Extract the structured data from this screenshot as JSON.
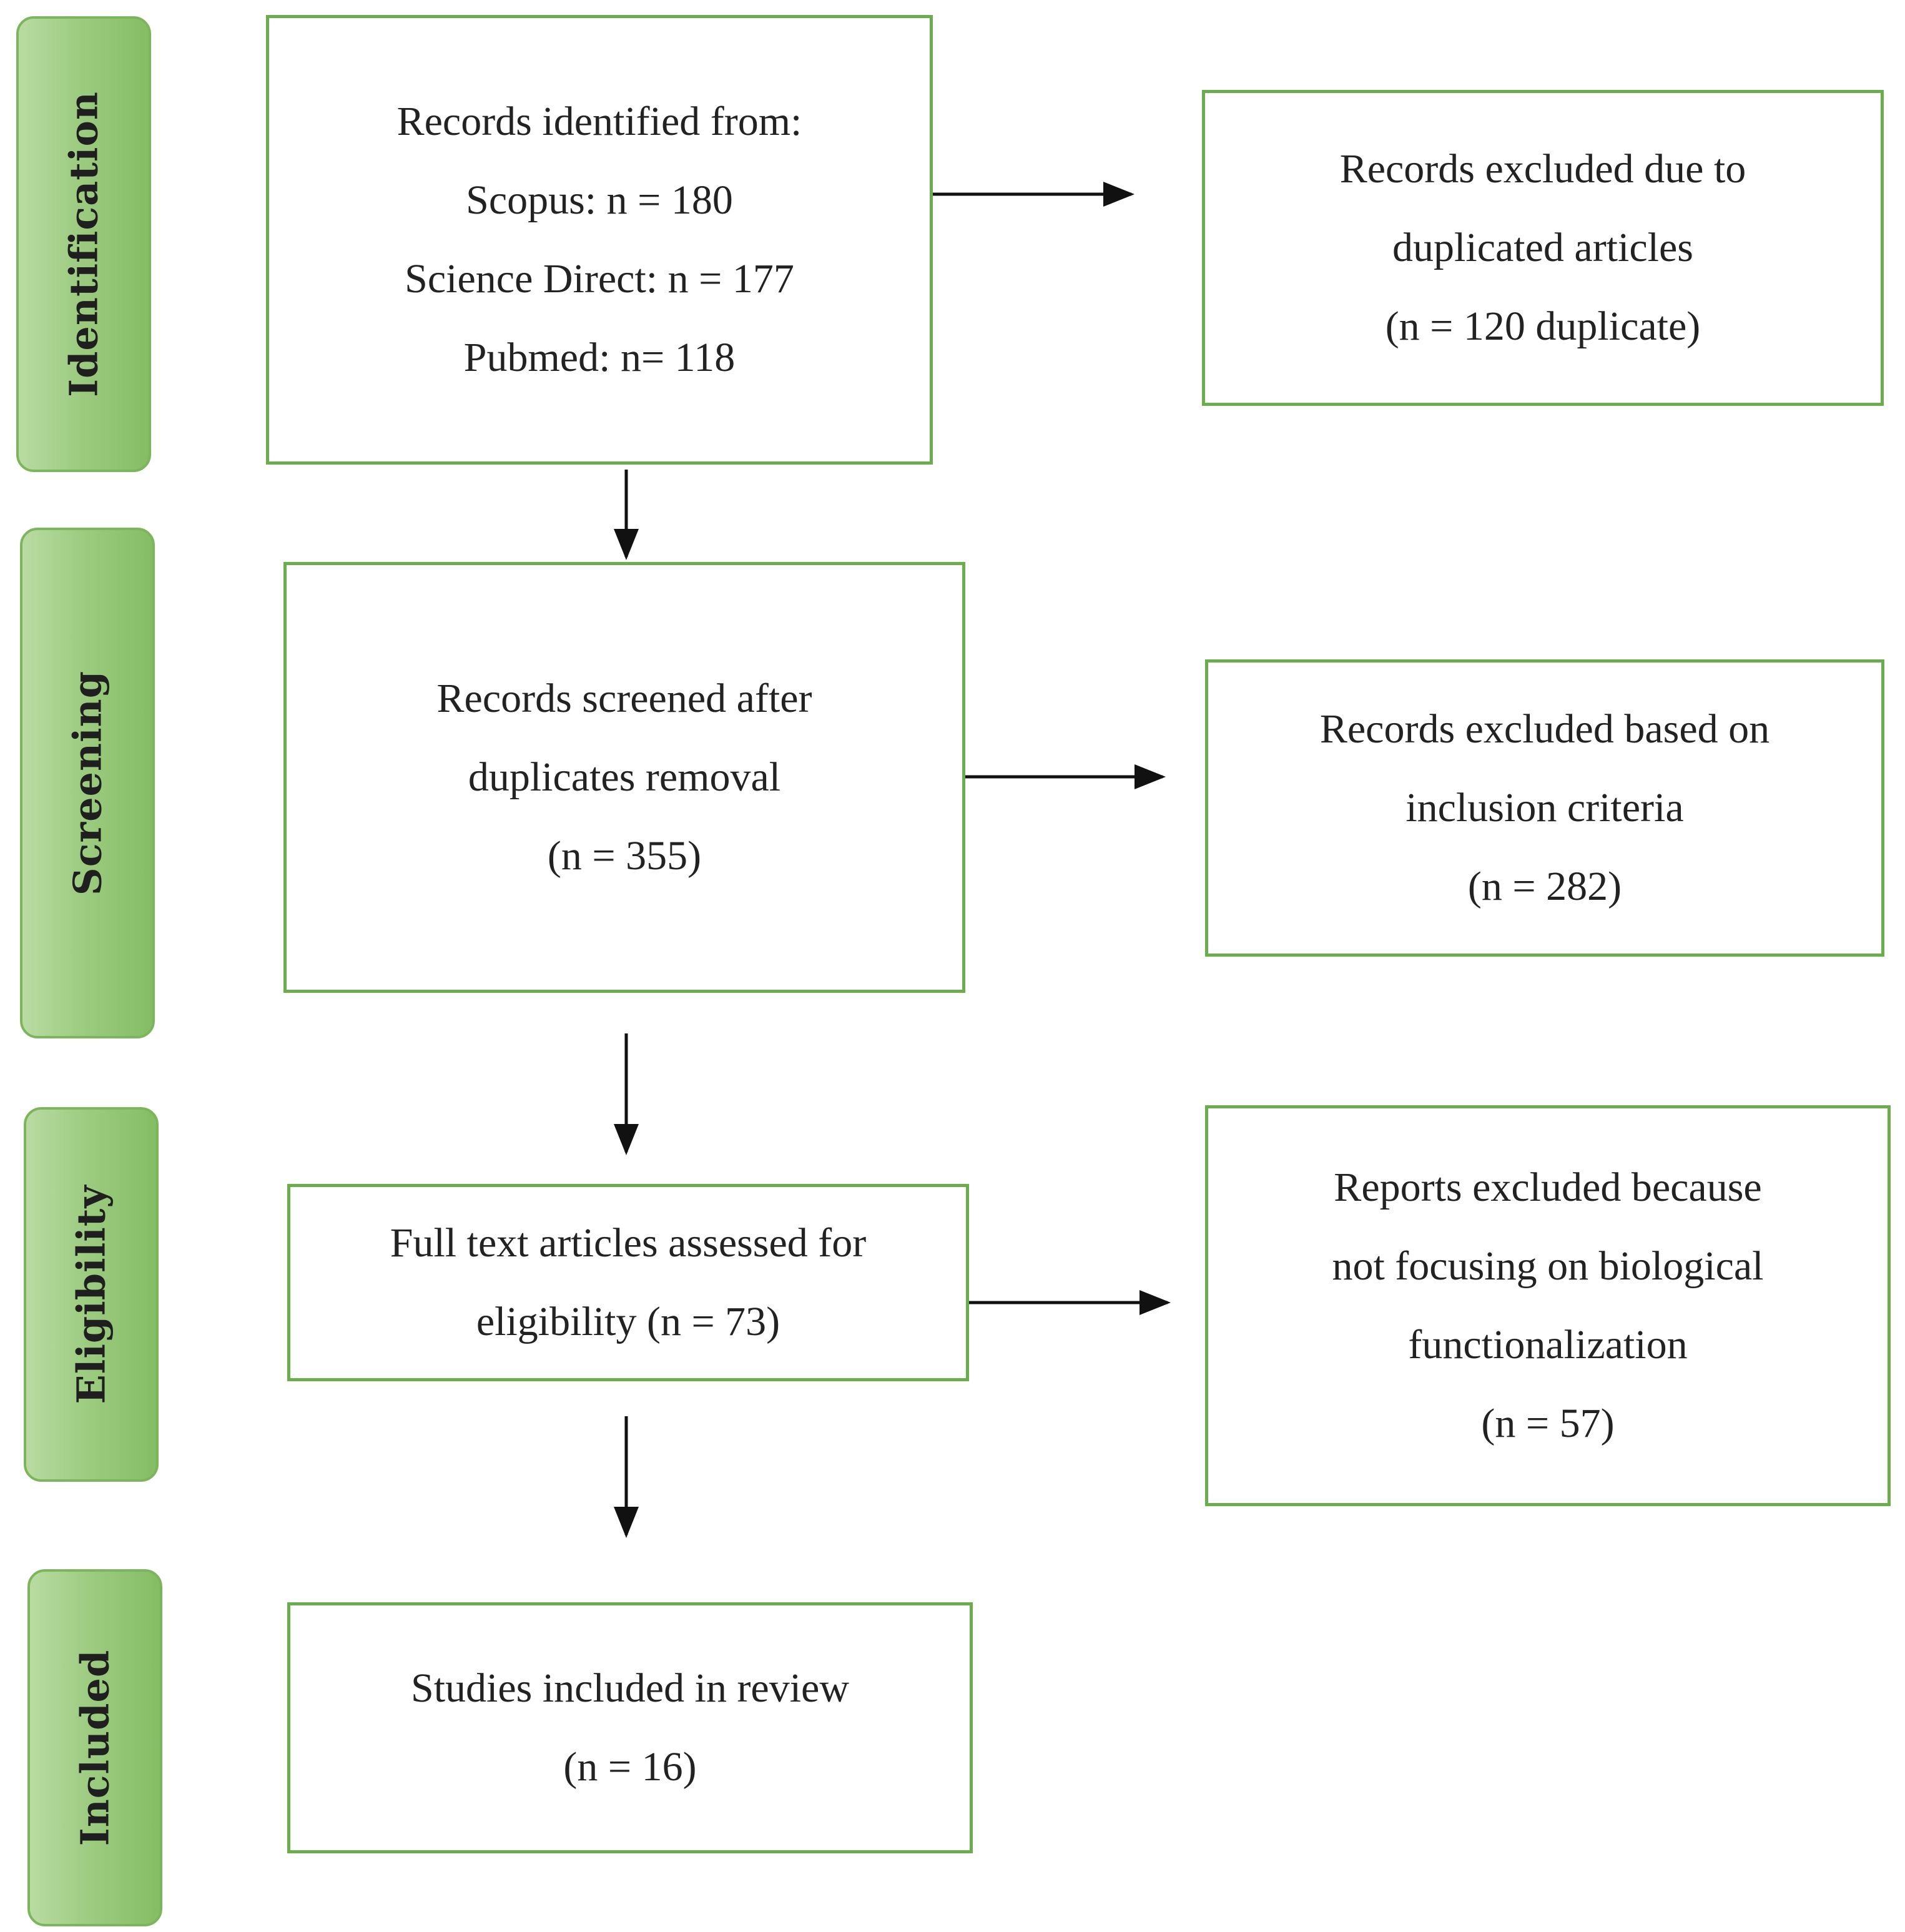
{
  "stages": [
    {
      "id": "identification",
      "label": "Identification"
    },
    {
      "id": "screening",
      "label": "Screening"
    },
    {
      "id": "eligibility",
      "label": "Eligibility"
    },
    {
      "id": "included",
      "label": "Included"
    }
  ],
  "boxes": {
    "identified": {
      "lines": [
        "Records identified from:",
        "Scopus: n = 180",
        "Science Direct: n = 177",
        "Pubmed: n= 118"
      ]
    },
    "duplicates_excluded": {
      "lines": [
        "Records excluded due to",
        "duplicated articles",
        "(n = 120 duplicate)"
      ]
    },
    "screened": {
      "lines": [
        "Records screened after",
        "duplicates removal",
        "(n = 355)"
      ]
    },
    "criteria_excluded": {
      "lines": [
        "Records excluded based on",
        "inclusion criteria",
        "(n = 282)"
      ]
    },
    "full_text": {
      "lines": [
        "Full text articles assessed for",
        "eligibility  (n = 73)"
      ]
    },
    "reports_excluded": {
      "lines": [
        "Reports excluded because",
        "not focusing on biological",
        "functionalization",
        "(n = 57)"
      ]
    },
    "included": {
      "lines": [
        "Studies included in review",
        "(n = 16)"
      ]
    }
  },
  "colors": {
    "box_border": "#6aad4c",
    "tab_fill": "#9dcc81",
    "arrow": "#111111"
  }
}
